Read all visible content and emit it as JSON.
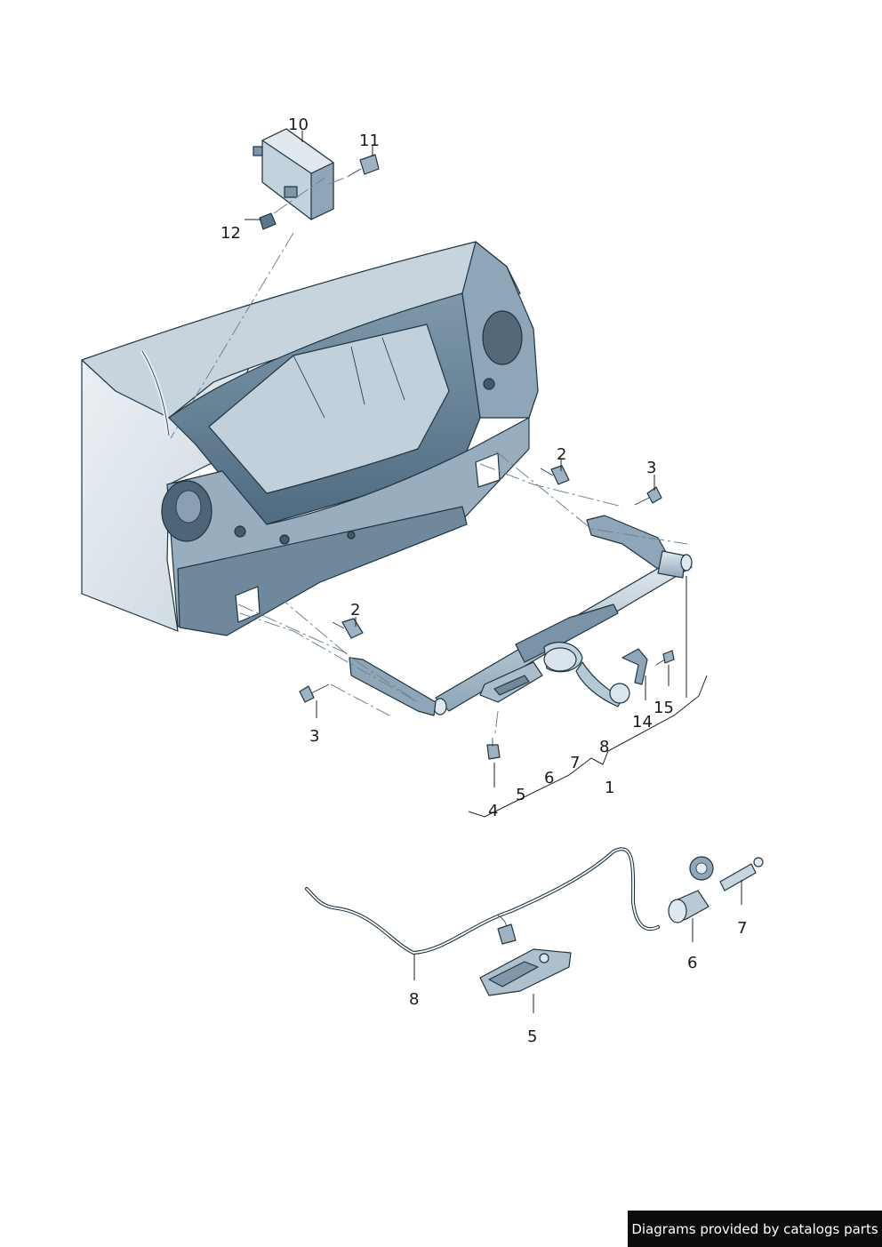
{
  "colors": {
    "body_light": "#dfe6ec",
    "body_mid": "#a9bccb",
    "body_dark": "#5f7b90",
    "part_fill": "#b8cad8",
    "outline": "#1f3440"
  },
  "callouts": {
    "c10": "10",
    "c11": "11",
    "c12": "12",
    "c2a": "2",
    "c3a": "3",
    "c2b": "2",
    "c3b": "3",
    "c4": "4",
    "c5a": "5",
    "c6a": "6",
    "c7a": "7",
    "c8a": "8",
    "c14": "14",
    "c15": "15",
    "c1": "1",
    "c8b": "8",
    "c5b": "5",
    "c6b": "6",
    "c7b": "7"
  },
  "credit": "Diagrams provided by catalogs parts"
}
